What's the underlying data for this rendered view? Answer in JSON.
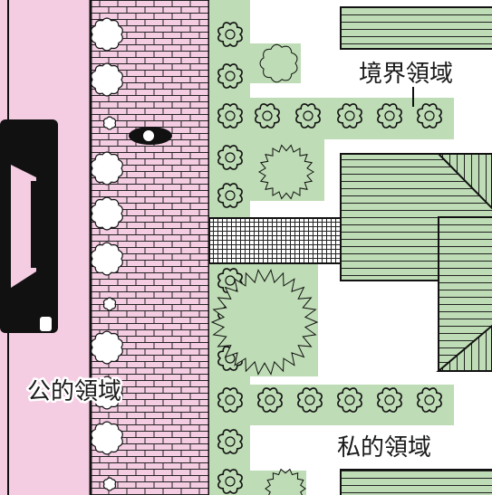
{
  "labels": {
    "boundary_zone": "境界領域",
    "public_zone": "公的領域",
    "private_zone": "私的領域"
  },
  "colors": {
    "public_area": "#f5cde3",
    "garden": "#bedcb5",
    "building": "#bedcb5",
    "outline": "#111111",
    "background": "#ffffff"
  }
}
